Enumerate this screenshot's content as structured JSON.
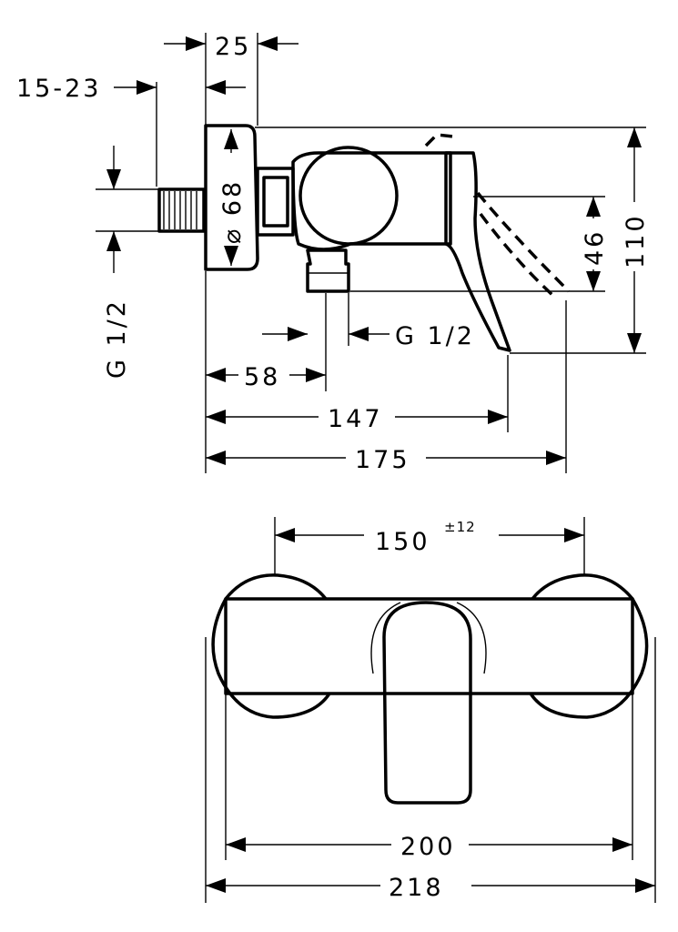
{
  "side_view": {
    "dim_25": "25",
    "dim_15_23": "15-23",
    "dim_diameter": "⌀ 68",
    "dim_g_left": "G 1/2",
    "dim_g_right": "G 1/2",
    "dim_46": "46",
    "dim_110": "110",
    "dim_58": "58",
    "dim_147": "147",
    "dim_175": "175"
  },
  "front_view": {
    "dim_150": "150",
    "dim_150_tol": "±12",
    "dim_200": "200",
    "dim_218": "218"
  }
}
